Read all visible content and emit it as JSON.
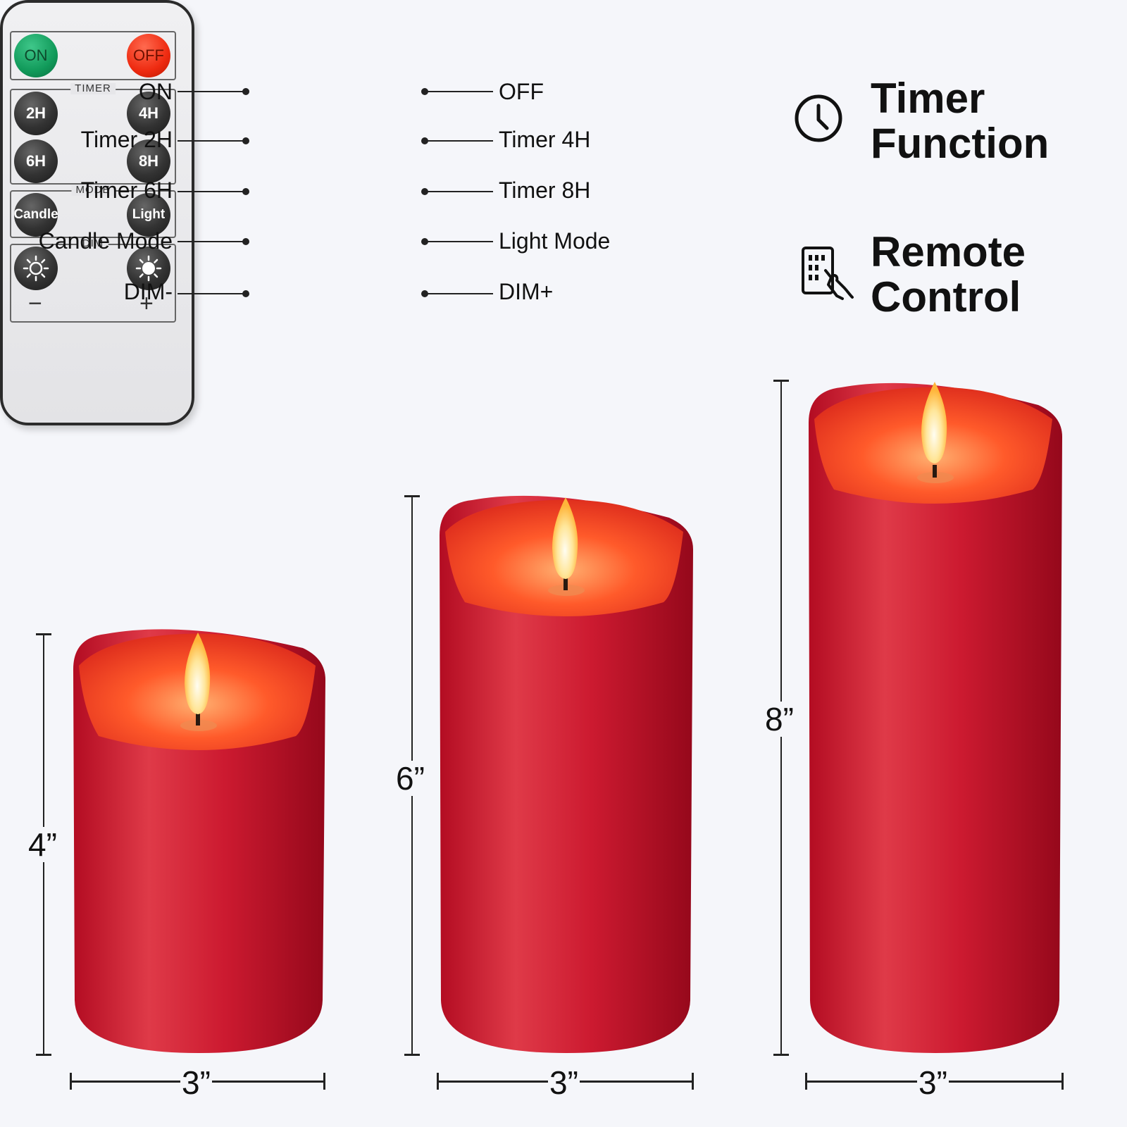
{
  "remote": {
    "on_label": "ON",
    "off_label": "OFF",
    "timer_group_label": "TIMER",
    "mode_group_label": "MODE",
    "dim_group_label": "DIM",
    "btn_2h": "2H",
    "btn_4h": "4H",
    "btn_6h": "6H",
    "btn_8h": "8H",
    "btn_candle": "Candle",
    "btn_light": "Light",
    "minus_sign": "−",
    "plus_sign": "+"
  },
  "callouts": {
    "on": "ON",
    "off": "OFF",
    "timer_2h": "Timer 2H",
    "timer_4h": "Timer 4H",
    "timer_6h": "Timer 6H",
    "timer_8h": "Timer 8H",
    "candle_mode": "Candle Mode",
    "light_mode": "Light Mode",
    "dim_minus": "DIM-",
    "dim_plus": "DIM+"
  },
  "features": [
    {
      "icon": "clock-icon",
      "line1": "Timer",
      "line2": "Function"
    },
    {
      "icon": "remote-hand-icon",
      "line1": "Remote",
      "line2": "Control"
    }
  ],
  "candles": [
    {
      "height_label": "4”",
      "width_label": "3”"
    },
    {
      "height_label": "6”",
      "width_label": "3”"
    },
    {
      "height_label": "8”",
      "width_label": "3”"
    }
  ],
  "colors": {
    "candle_red": "#c8102e",
    "on_button": "#119a5a",
    "off_button": "#ee2a10",
    "background": "#f5f6fa"
  }
}
